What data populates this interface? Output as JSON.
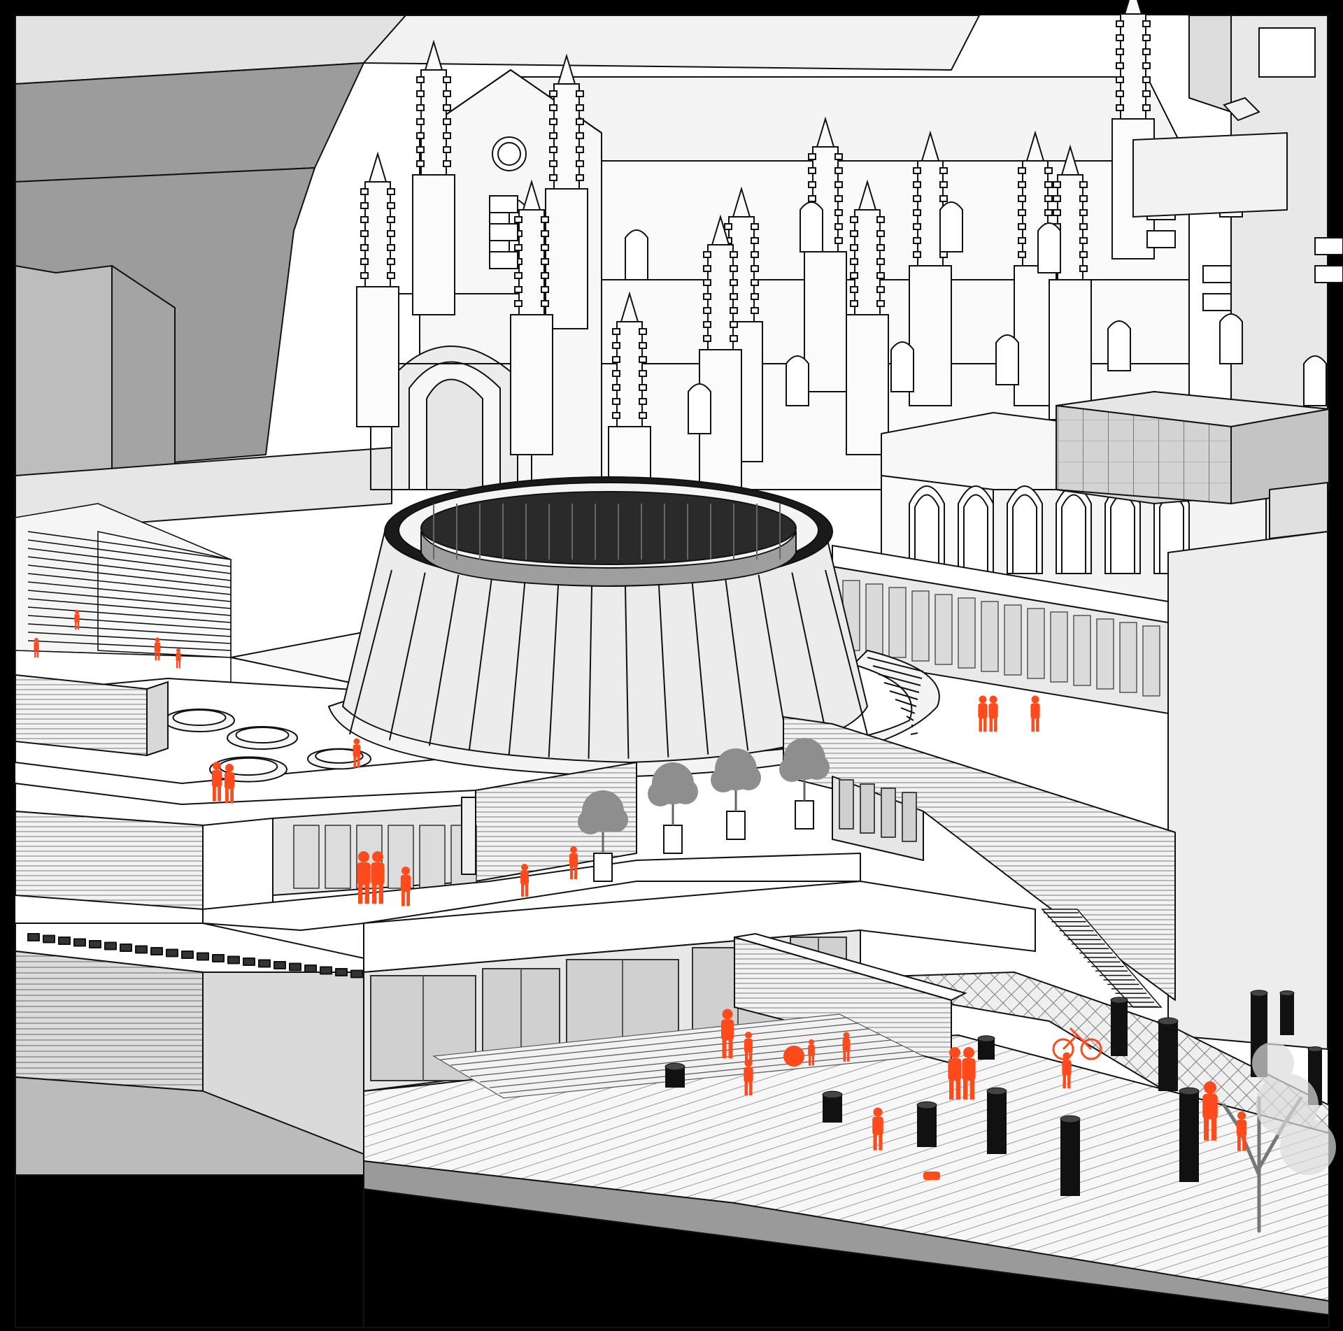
{
  "drawing": {
    "kind": "axonometric architectural section illustration",
    "text_labels": []
  },
  "colors": {
    "frame": "#000000",
    "line": "#111111",
    "paper": "#ffffff",
    "light_grey": "#e6e6e6",
    "mid_grey": "#c8c8c8",
    "dark_grey": "#9a9a9a",
    "shadow_grey": "#8c8c8c",
    "people": "#ff4a1c",
    "trees": "#8e8e8e"
  },
  "elements": {
    "background_blocks": "grey-massing-buildings",
    "church": "gothic-church-facade",
    "right_wing": "arched-courtyard-building",
    "glass_roof": "skylight-roof",
    "rotunda": "conical-rotunda",
    "terrace_upper": "rooftop-terrace",
    "terrace_middle": "cafe-terrace",
    "plaza": "sunken-plaza",
    "grandstand": "stepped-seating",
    "stair": "diagonal-stair",
    "bollards": "black-posts",
    "tree": "bare-tree"
  }
}
